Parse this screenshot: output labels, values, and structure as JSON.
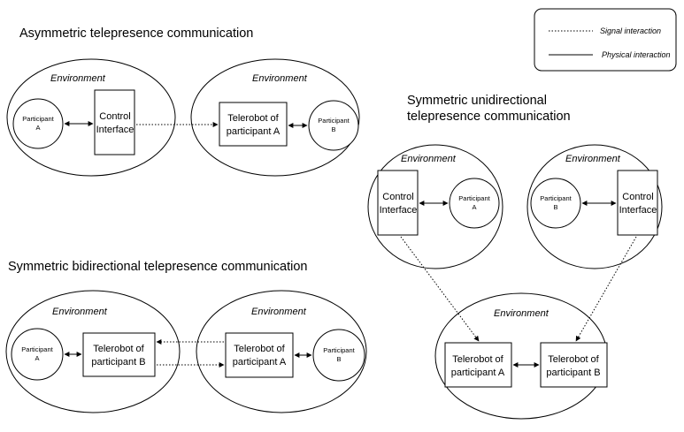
{
  "legend": {
    "signal_label": "Signal interaction",
    "physical_label": "Physical interaction"
  },
  "diagrams": {
    "asymmetric": {
      "title": "Asymmetric telepresence communication",
      "env_left": "Environment",
      "env_right": "Environment",
      "participant_a": [
        "Participant",
        "A"
      ],
      "control_interface": [
        "Control",
        "Interface"
      ],
      "telerobot_a": [
        "Telerobot of",
        "participant A"
      ],
      "participant_b": [
        "Participant",
        "B"
      ]
    },
    "symmetric_unidirectional": {
      "title": [
        "Symmetric unidirectional",
        "telepresence communication"
      ],
      "env_left": "Environment",
      "env_right": "Environment",
      "env_bottom": "Environment",
      "control_interface_left": [
        "Control",
        "Interface"
      ],
      "participant_a": [
        "Participant",
        "A"
      ],
      "participant_b": [
        "Participant",
        "B"
      ],
      "control_interface_right": [
        "Control",
        "Interface"
      ],
      "telerobot_a": [
        "Telerobot of",
        "participant A"
      ],
      "telerobot_b": [
        "Telerobot of",
        "participant B"
      ]
    },
    "symmetric_bidirectional": {
      "title": "Symmetric bidirectional telepresence communication",
      "env_left": "Environment",
      "env_right": "Environment",
      "participant_a": [
        "Participant",
        "A"
      ],
      "telerobot_b": [
        "Telerobot of",
        "participant B"
      ],
      "telerobot_a": [
        "Telerobot of",
        "participant A"
      ],
      "participant_b": [
        "Participant",
        "B"
      ]
    }
  }
}
